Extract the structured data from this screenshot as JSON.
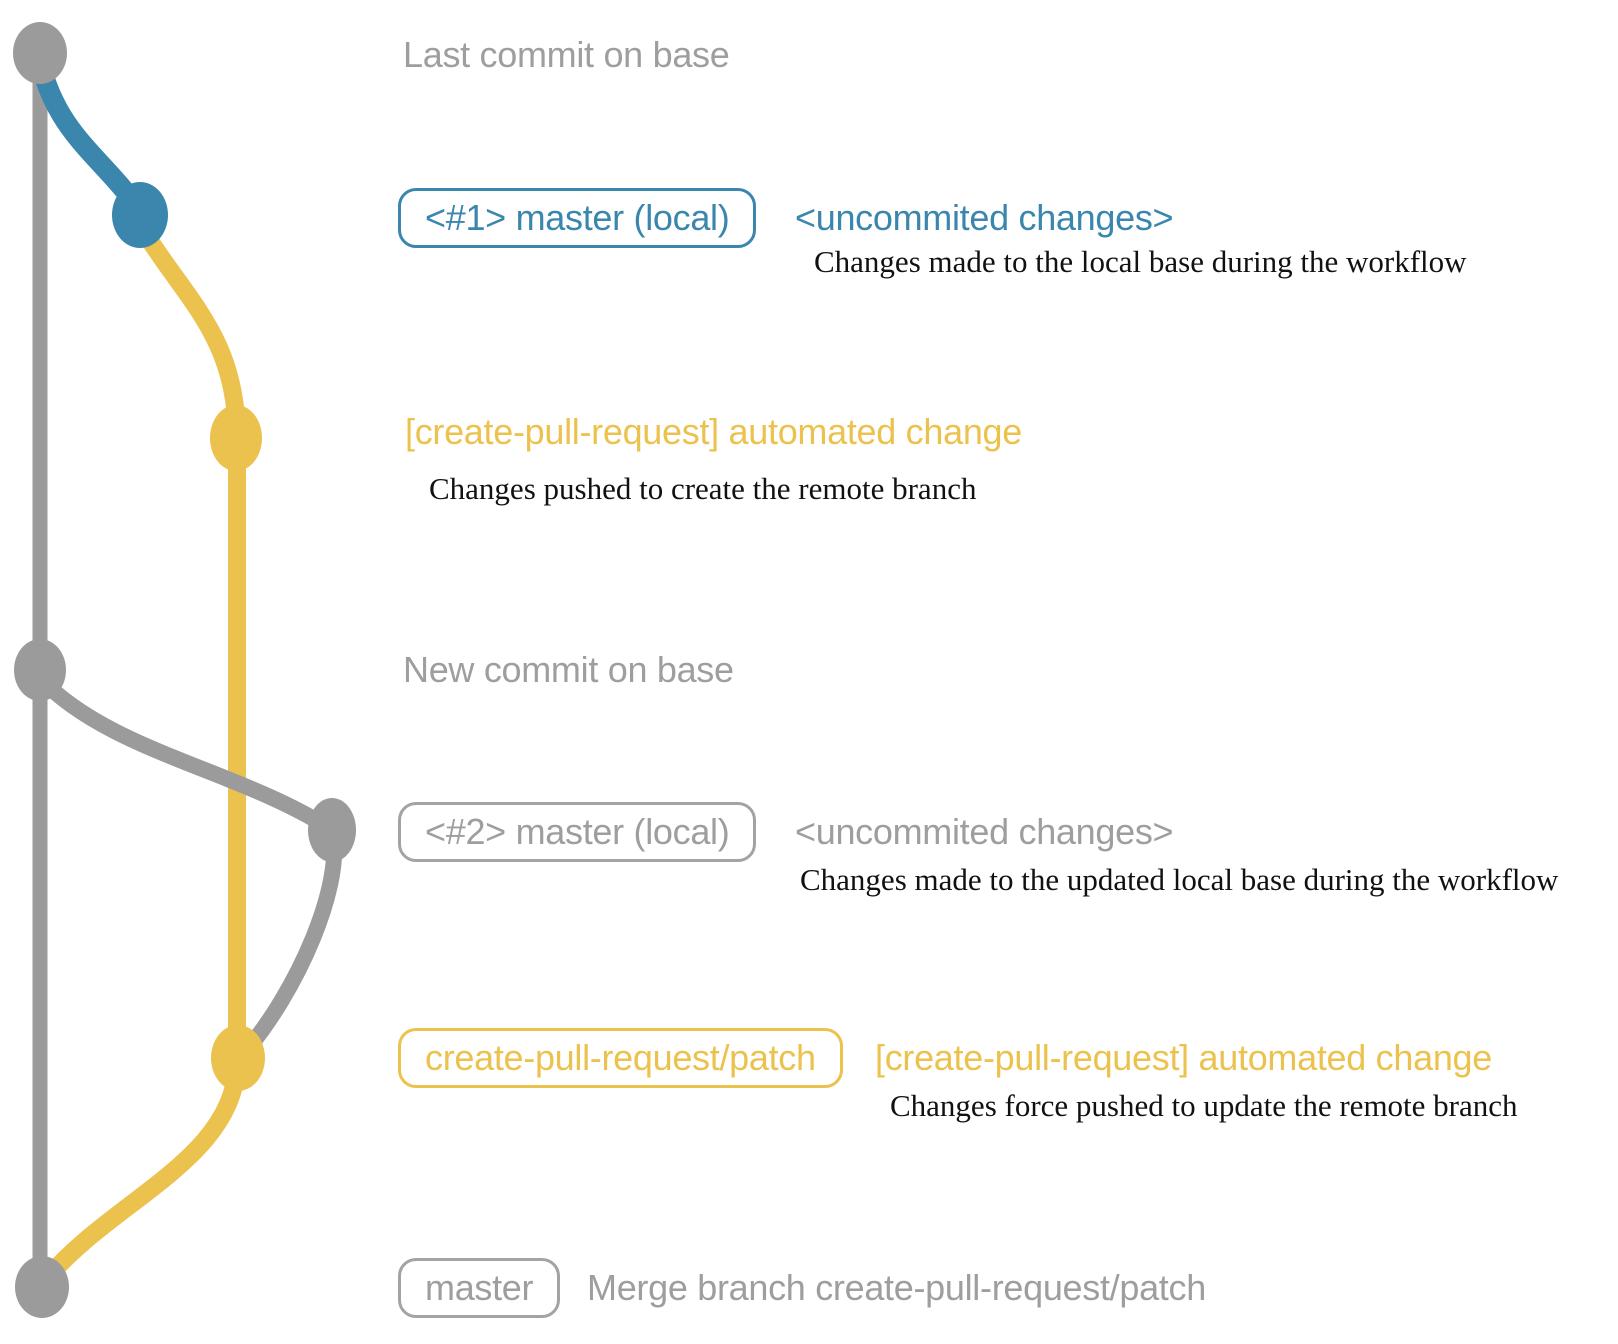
{
  "colors": {
    "gray": "#9b9b9b",
    "gray_text": "#9e9e9e",
    "blue": "#3a86ad",
    "yellow": "#ecc24e",
    "desc_text": "#111111"
  },
  "rows": {
    "last_commit": {
      "label": "Last commit on base"
    },
    "local1": {
      "badge": "<#1> master (local)",
      "note": "<uncommited changes>",
      "desc": "Changes made to the local base during the workflow"
    },
    "push1": {
      "label": "[create-pull-request] automated change",
      "desc": "Changes pushed to create the remote branch"
    },
    "new_commit": {
      "label": "New commit on base"
    },
    "local2": {
      "badge": "<#2> master (local)",
      "note": "<uncommited changes>",
      "desc": "Changes made to the updated local base during the workflow"
    },
    "push2": {
      "badge": "create-pull-request/patch",
      "note": "[create-pull-request] automated change",
      "desc": "Changes force pushed to update the remote branch"
    },
    "merge": {
      "badge": "master",
      "note": "Merge branch create-pull-request/patch"
    }
  }
}
